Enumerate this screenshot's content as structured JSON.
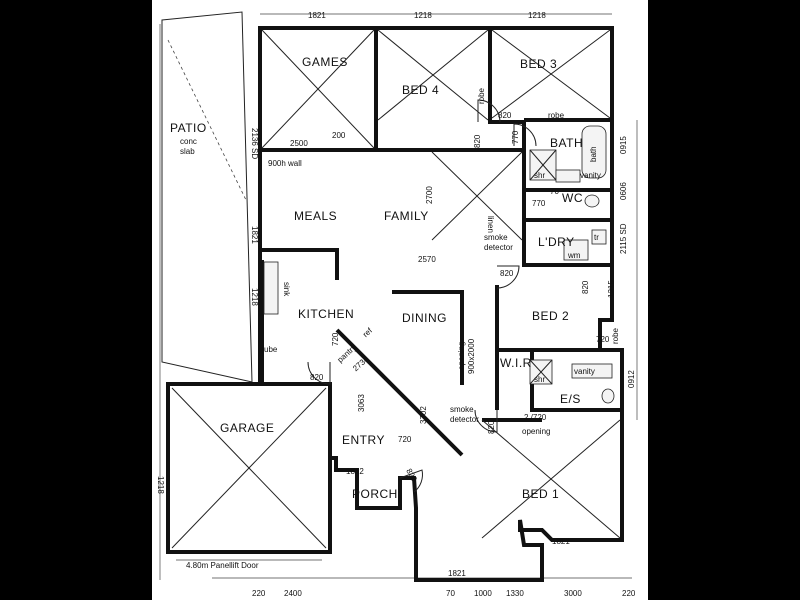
{
  "rooms": {
    "games": "GAMES",
    "bed4": "BED 4",
    "bed3": "BED 3",
    "patio": "PATIO",
    "bath": "BATH",
    "wc": "WC",
    "meals": "MEALS",
    "family": "FAMILY",
    "ldry": "L'DRY",
    "kitchen": "KITCHEN",
    "dining": "DINING",
    "bed2": "BED 2",
    "wir": "W.I.R",
    "es": "E/S",
    "garage": "GARAGE",
    "entry": "ENTRY",
    "porch": "PORCH",
    "bed1": "BED 1"
  },
  "notes": {
    "patio_slab_1": "conc",
    "patio_slab_2": "slab",
    "wall_900h": "900h  wall",
    "robe_1": "robe",
    "robe_2": "robe",
    "bath_vanity": "vanity",
    "bath_bath": "bath",
    "bath_shr": "shr",
    "ldry_trough": "tr",
    "ldry_wm": "wm",
    "smoke_1_a": "smoke",
    "smoke_1_b": "detector",
    "smoke_2_a": "smoke",
    "smoke_2_b": "detector",
    "linen": "linen",
    "sink": "sink",
    "ube": "ube",
    "pantry": "pantry",
    "ref": "ref",
    "opening_1": "opening",
    "opening_2": "900x2000",
    "ens_vanity": "vanity",
    "ens_shr": "shr",
    "opening_720": "2 /720",
    "opening_word": "opening",
    "robe_3": "robe",
    "garage_door": "4.80m  Panellift  Door"
  },
  "dims": {
    "top_1821": "1821",
    "top_1218_a": "1218",
    "top_1218_b": "1218",
    "left_2136": "2136  SD",
    "left_1821": "1821",
    "left_1218_a": "1218",
    "left_1218_b": "1218",
    "d_2500": "2500",
    "d_200": "200",
    "d_2700": "2700",
    "d_2570": "2570",
    "d_820_a": "820",
    "d_820_b": "820",
    "d_820_c": "820",
    "d_820_d": "820",
    "d_820_e": "820",
    "d_820_f": "820",
    "d_820_g": "820",
    "d_770_a": "770",
    "d_770_b": "770",
    "d_70": "70",
    "d_720_a": "720",
    "d_720_b": "720",
    "d_720_c": "720",
    "d_2734": "2734",
    "d_3063": "3063",
    "d_3702": "3702",
    "d_1812": "1812",
    "d_1821_b": "1821",
    "d_1821_c": "1821",
    "r_0915": "0915",
    "r_0606": "0606",
    "r_2115": "2115  SD",
    "r_1215": "1215",
    "r_0912": "0912",
    "b_220_a": "220",
    "b_2400": "2400",
    "b_70_a": "70",
    "b_1000": "1000",
    "b_1330": "1330",
    "b_3000": "3000",
    "b_220_b": "220"
  }
}
